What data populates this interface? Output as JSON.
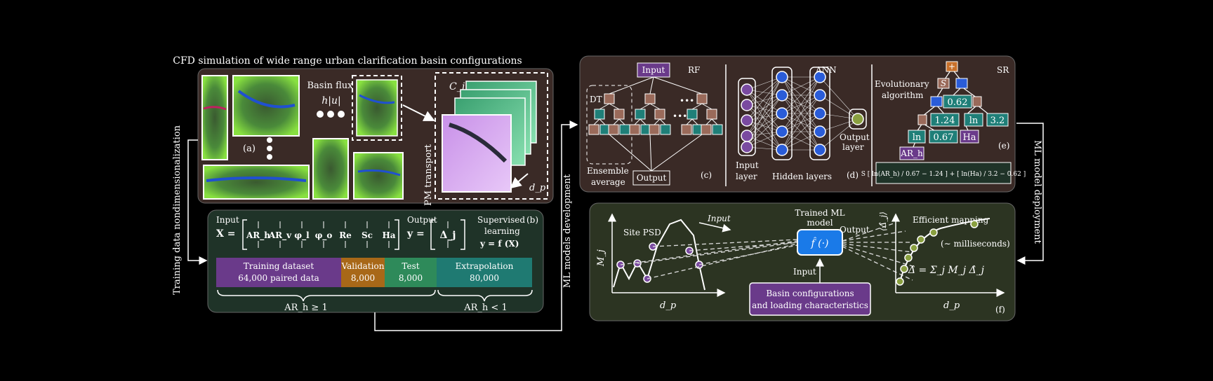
{
  "colors": {
    "panel_brown": "#3a2a26",
    "panel_green": "#1f3328",
    "panel_olive": "#2c3422",
    "purple": "#6a3a8a",
    "gold": "#a86818",
    "green": "#2e8a5a",
    "teal": "#1f7a72",
    "node_purple": "#7a4aa0",
    "node_blue": "#2a5cd8",
    "node_olive": "#8aa040",
    "rf_brown": "#9a6a5a",
    "rf_teal": "#1f7f78"
  },
  "panel_a": {
    "title": "CFD simulation of wide range urban clarification basin configurations",
    "label": "(a)",
    "basin_flux": "Basin flux",
    "flux_symbol": "h|u|",
    "pm_transport": "PM transport",
    "cj": "C_j",
    "dp": "d_p"
  },
  "panel_b": {
    "label": "(b)",
    "input_label": "Input",
    "x_eq": "X =",
    "columns": [
      "AR_h",
      "AR_v",
      "φ_l",
      "φ_o",
      "Re",
      "Sc",
      "Ha"
    ],
    "output_label": "Output",
    "y_eq": "y =",
    "output_col": "Δ_j",
    "supervised": "Supervised",
    "learning": "learning",
    "func": "y = f (X)",
    "segments": [
      {
        "name": "Training dataset",
        "count": "64,000 paired data"
      },
      {
        "name": "Validation",
        "count": "8,000"
      },
      {
        "name": "Test",
        "count": "8,000"
      },
      {
        "name": "Extrapolation",
        "count": "80,000"
      }
    ],
    "brace_left": "AR_h ≥ 1",
    "brace_right": "AR_h < 1"
  },
  "side_labels": {
    "left": "Training data nondimensionalization",
    "middle": "ML models development",
    "right": "ML model deployment"
  },
  "panel_c": {
    "label": "(c)",
    "rf": "RF",
    "input": "Input",
    "output": "Output",
    "dt": "DT",
    "ensemble": "Ensemble",
    "average": "average",
    "dots": "•••"
  },
  "panel_d": {
    "label": "(d)",
    "ann": "ANN",
    "input_layer_1": "Input",
    "input_layer_2": "layer",
    "hidden": "Hidden layers",
    "output_layer_1": "Output",
    "output_layer_2": "layer"
  },
  "panel_e": {
    "label": "(e)",
    "sr": "SR",
    "evo_1": "Evolutionary",
    "evo_2": "algorithm",
    "n_s": "S",
    "n_0_62": "0.62",
    "n_1_24": "1.24",
    "n_ln1": "ln",
    "n_3_2": "3.2",
    "n_ln2": "ln",
    "n_0_67": "0.67",
    "n_ha": "Ha",
    "n_arh": "AR_h",
    "formula": "S [ ln(AR_h) / 0.67 − 1.24 ] + [ ln(Ha) / 3.2 − 0.62 ]"
  },
  "panel_f": {
    "label": "(f)",
    "site_psd": "Site PSD",
    "mj": "M_j",
    "dp": "d_p",
    "input_arrow": "Input",
    "trained_1": "Trained ML",
    "trained_2": "model",
    "model_fn": "f̂ (·)",
    "output_arrow": "Output",
    "input_bottom": "Input",
    "basin_1": "Basin configurations",
    "basin_2": "and loading characteristics",
    "delta_axis": "⟨Δ̂_j⟩",
    "efficient": "Efficient mapping",
    "millis": "(∼ milliseconds)",
    "formula": "Δ̂ = Σ_j M_j Δ̂_j",
    "dp2": "d_p"
  }
}
